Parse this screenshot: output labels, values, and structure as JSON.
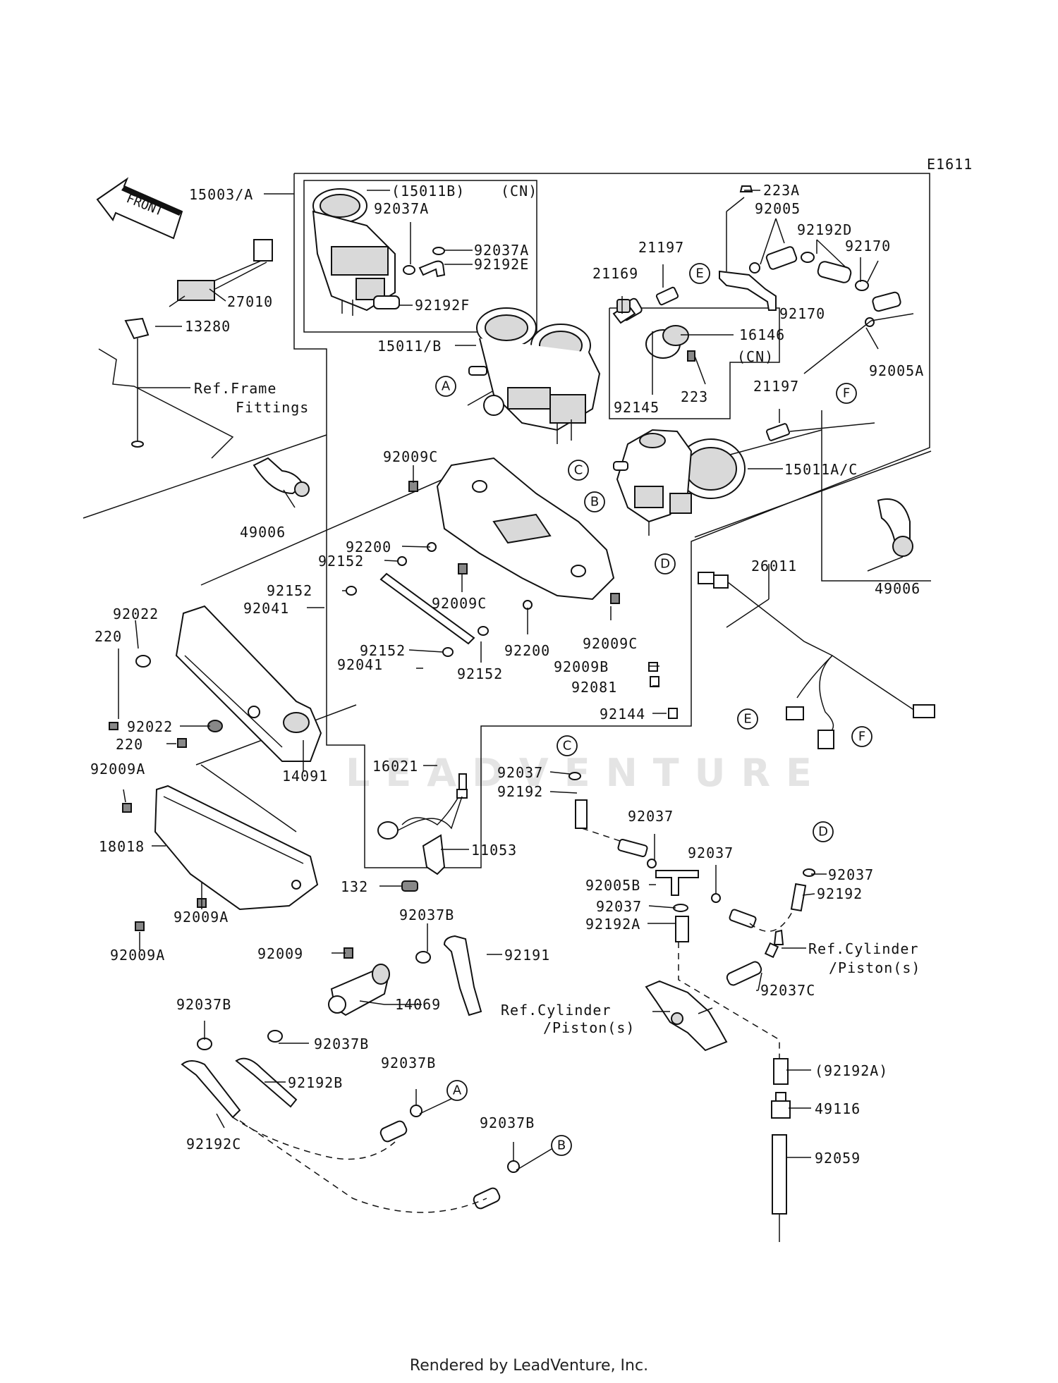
{
  "diagram_code": "E1611",
  "front_label": "FRONT",
  "watermark": "LEADVENTURE",
  "footer": "Rendered by LeadVenture, Inc.",
  "parts": {
    "p15003A": "15003/A",
    "p15011B_paren": "(15011B)",
    "cn1": "(CN)",
    "cn2": "(CN)",
    "p92037A_1": "92037A",
    "p92037A_2": "92037A",
    "p92192E": "92192E",
    "p92192F": "92192F",
    "p27010": "27010",
    "p13280": "13280",
    "ref_frame_1": "Ref.Frame",
    "ref_frame_2": "Fittings",
    "p15011B": "15011/B",
    "p21169": "21169",
    "p21197_1": "21197",
    "p223A": "223A",
    "p92005": "92005",
    "p92192D": "92192D",
    "p92170_1": "92170",
    "p92170_2": "92170",
    "p16146": "16146",
    "p223": "223",
    "p92145": "92145",
    "p92005A": "92005A",
    "p21197_2": "21197",
    "p15011AC": "15011A/C",
    "p92009C_1": "92009C",
    "p49006_1": "49006",
    "p49006_2": "49006",
    "p92200_1": "92200",
    "p92152_1": "92152",
    "p92009C_2": "92009C",
    "p92152_2": "92152",
    "p92041_1": "92041",
    "p92009C_3": "92009C",
    "p26011": "26011",
    "p92022_1": "92022",
    "p220_1": "220",
    "p92152_3": "92152",
    "p92041_2": "92041",
    "p92200_2": "92200",
    "p92152_4": "92152",
    "p92009B": "92009B",
    "p92081": "92081",
    "p92144": "92144",
    "p92022_2": "92022",
    "p220_2": "220",
    "p14091": "14091",
    "p92009A_1": "92009A",
    "p16021": "16021",
    "p92037_1": "92037",
    "p92192_1": "92192",
    "p18018": "18018",
    "p11053": "11053",
    "p92037_2": "92037",
    "p92037_3": "92037",
    "p92037_4": "92037",
    "p132": "132",
    "p92005B": "92005B",
    "p92037_5": "92037",
    "p92192_2": "92192",
    "p92192A": "92192A",
    "p92037B_1": "92037B",
    "p92009A_2": "92009A",
    "p92009A_3": "92009A",
    "p92009": "92009",
    "p92191": "92191",
    "ref_cyl_1a": "Ref.Cylinder",
    "ref_cyl_1b": "/Piston(s)",
    "p92037C": "92037C",
    "p92037B_2": "92037B",
    "p14069": "14069",
    "ref_cyl_2a": "Ref.Cylinder",
    "ref_cyl_2b": "/Piston(s)",
    "p92037B_3": "92037B",
    "p92192B": "92192B",
    "p92037B_4": "92037B",
    "p92192A_paren": "(92192A)",
    "p49116": "49116",
    "p92192C": "92192C",
    "p92037B_5": "92037B",
    "p92059": "92059"
  },
  "markers": {
    "A1": "A",
    "A2": "A",
    "B1": "B",
    "B2": "B",
    "C1": "C",
    "C2": "C",
    "D1": "D",
    "D2": "D",
    "E1": "E",
    "E2": "E",
    "F1": "F",
    "F2": "F"
  }
}
